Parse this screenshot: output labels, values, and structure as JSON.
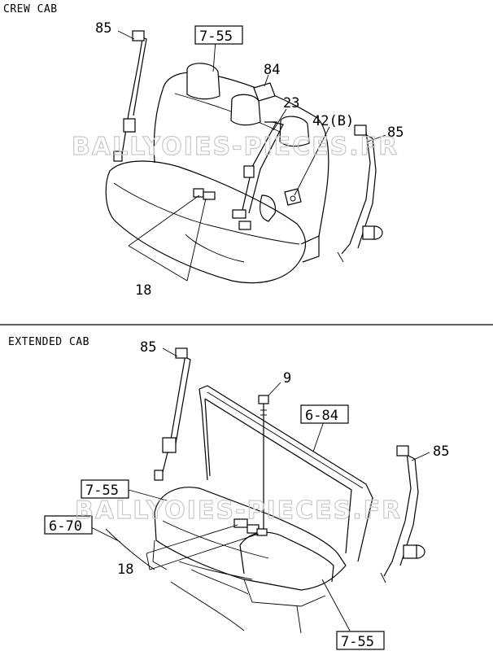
{
  "sections": {
    "crew": {
      "title": "CREW CAB"
    },
    "extended": {
      "title": "EXTENDED CAB"
    }
  },
  "watermark": "BALLYOIES-PIECES.FR",
  "callouts": {
    "crew": {
      "belt_left": "85",
      "ref_seat": "7-55",
      "part_84": "84",
      "part_23": "23",
      "part_42": "42(B)",
      "belt_right": "85",
      "part_18": "18"
    },
    "extended": {
      "belt_left": "85",
      "part_9": "9",
      "ref_panel": "6-84",
      "belt_right": "85",
      "ref_seat_top": "7-55",
      "ref_floor": "6-70",
      "part_18": "18",
      "ref_seat_bottom": "7-55"
    }
  }
}
